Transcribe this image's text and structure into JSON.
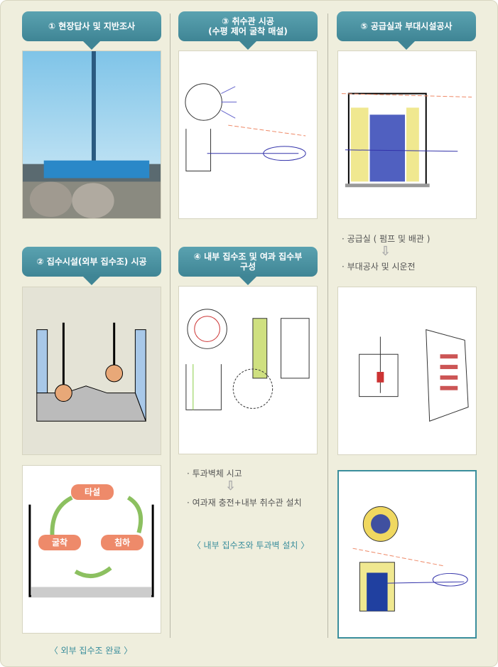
{
  "steps": [
    {
      "title": "① 현장답사 및 지반조사"
    },
    {
      "title": "② 집수시설(외부 집수조) 시공"
    },
    {
      "title": "③ 취수관 시공\n(수평 제어 굴착 매설)"
    },
    {
      "title": "④ 내부 집수조 및 여과 집수부\n구성"
    },
    {
      "title": "⑤ 공급실과 부대시설공사"
    }
  ],
  "col1": {
    "cycle": [
      "타설",
      "굴착",
      "침하"
    ],
    "caption": "〈 외부 집수조 완료 〉"
  },
  "col2": {
    "bullets": [
      "투과벽체 시고",
      "여과재 충전+내부 취수관 설치"
    ],
    "caption": "〈 내부 집수조와 투과벽 설치 〉"
  },
  "col3": {
    "bullets": [
      "공급실 ( 펌프 및 배관 )",
      "부대공사 및 시운전"
    ]
  },
  "colors": {
    "pill": "#4a93a2",
    "caption": "#3a8e9c",
    "tag": "#ee8a6a"
  }
}
